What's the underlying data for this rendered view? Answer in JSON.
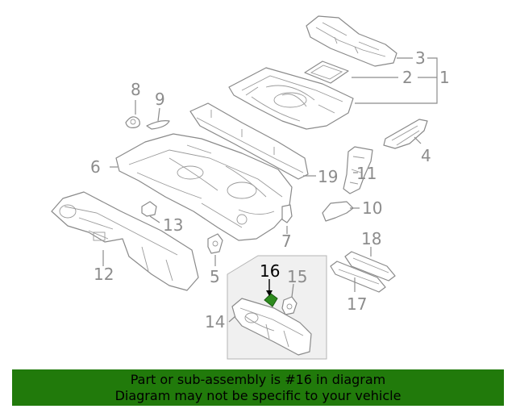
{
  "diagram": {
    "callouts": [
      {
        "id": "1",
        "label": "1"
      },
      {
        "id": "2",
        "label": "2"
      },
      {
        "id": "3",
        "label": "3"
      },
      {
        "id": "4",
        "label": "4"
      },
      {
        "id": "5",
        "label": "5"
      },
      {
        "id": "6",
        "label": "6"
      },
      {
        "id": "7",
        "label": "7"
      },
      {
        "id": "8",
        "label": "8"
      },
      {
        "id": "9",
        "label": "9"
      },
      {
        "id": "10",
        "label": "10"
      },
      {
        "id": "11",
        "label": "11"
      },
      {
        "id": "12",
        "label": "12"
      },
      {
        "id": "13",
        "label": "13"
      },
      {
        "id": "14",
        "label": "14"
      },
      {
        "id": "15",
        "label": "15"
      },
      {
        "id": "16",
        "label": "16"
      },
      {
        "id": "17",
        "label": "17"
      },
      {
        "id": "18",
        "label": "18"
      },
      {
        "id": "19",
        "label": "19"
      }
    ],
    "highlighted_part": "16",
    "colors": {
      "line": "#8a8a8a",
      "inset_box": "#f0f0f0",
      "highlight": "#2e8b1e",
      "banner": "#217a0b"
    }
  },
  "banner": {
    "line1": "Part or sub-assembly is #16 in diagram",
    "line2": "Diagram may not be specific to your vehicle"
  }
}
